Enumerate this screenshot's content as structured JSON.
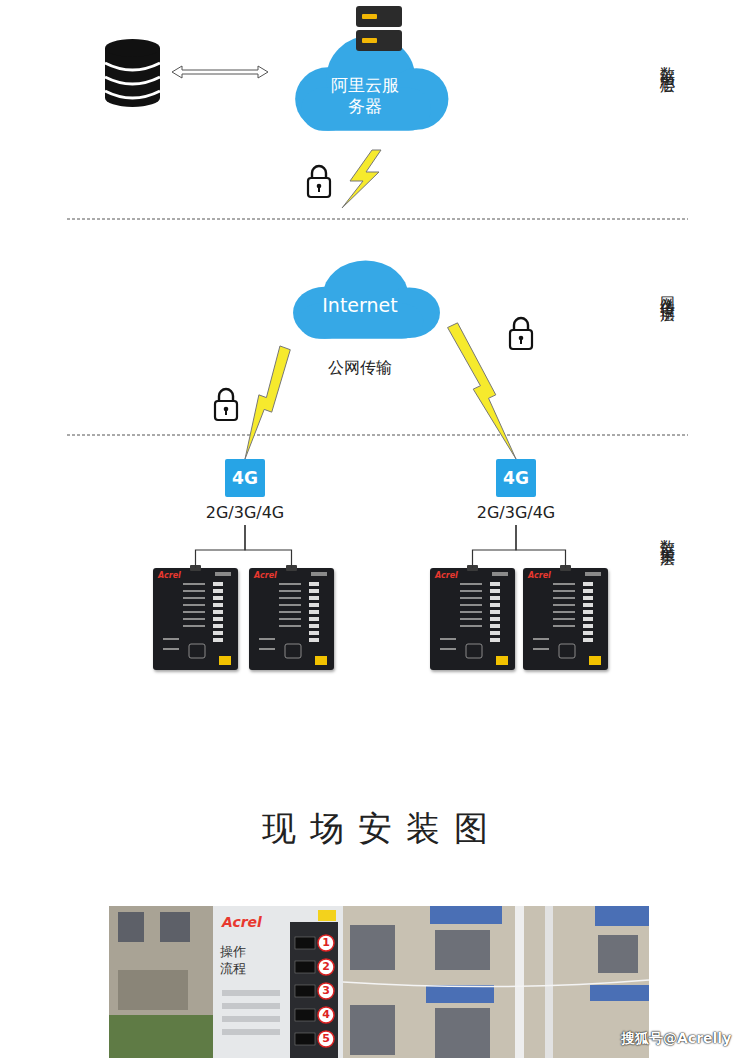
{
  "diagram": {
    "nodes": [
      {
        "text": [
          "阿里云服务器"
        ]
      },
      {
        "text": [
          "Internet",
          "公网传输"
        ]
      },
      {
        "text": [
          "4G",
          "2G/3G/4G"
        ]
      },
      {
        "text": [
          "4G",
          "2G/3G/4G"
        ]
      },
      {
        "text": [
          "Acrel"
        ]
      },
      {
        "text": [
          "Acrel"
        ]
      },
      {
        "text": [
          "Acrel"
        ]
      },
      {
        "text": [
          "Acrel"
        ]
      }
    ],
    "edges": [
      {
        "from": 1,
        "to": 2,
        "arrow": "none"
      },
      {
        "from": 1,
        "to": 3,
        "arrow": "none"
      },
      {
        "from": 2,
        "to": 4,
        "arrow": "none"
      },
      {
        "from": 2,
        "to": 5,
        "arrow": "none"
      },
      {
        "from": 3,
        "to": 6,
        "arrow": "none"
      },
      {
        "from": 3,
        "to": 7,
        "arrow": "none"
      }
    ],
    "labels": [
      "数据中心层",
      "网络传输层",
      "数据采集层",
      "现场安装图",
      "Acrel",
      "操作流程",
      "1",
      "2",
      "3",
      "4",
      "5",
      "搜狐号@Acrelly"
    ]
  }
}
